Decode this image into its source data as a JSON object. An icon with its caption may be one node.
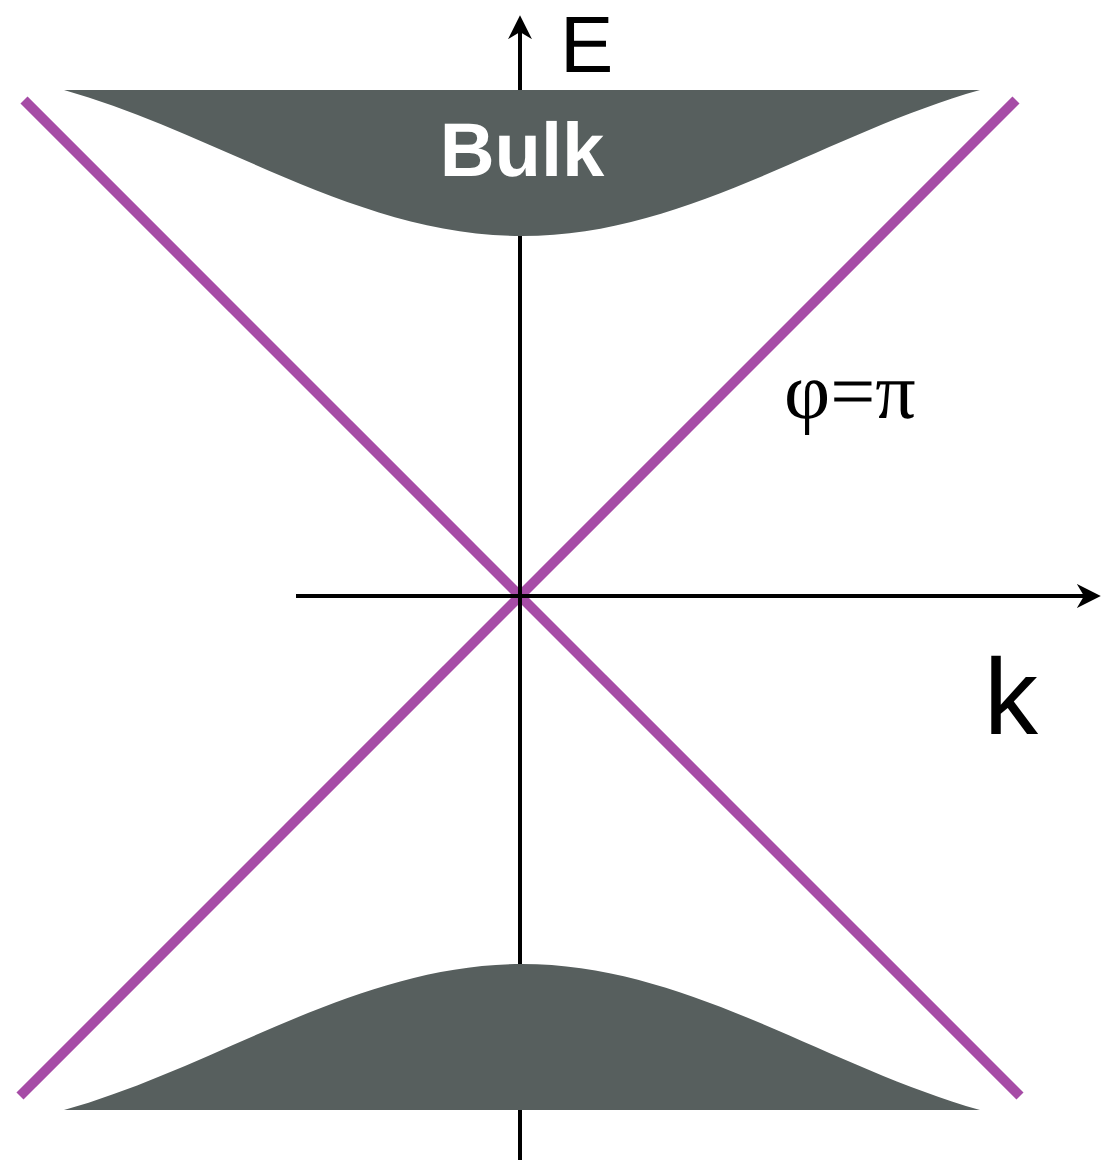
{
  "diagram": {
    "nodes": [
      {
        "text": [
          "Bulk"
        ]
      },
      {
        "text": [],
        "shape": "band"
      }
    ],
    "labels": [
      "E",
      "φ=π",
      "k"
    ]
  }
}
